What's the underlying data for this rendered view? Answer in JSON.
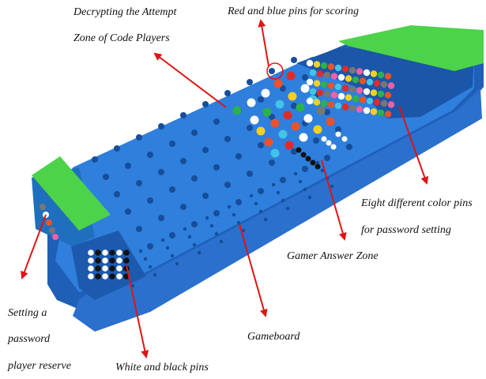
{
  "labels": {
    "decrypt_line1": "Decrypting the Attempt",
    "decrypt_line2": "Zone of Code Players",
    "scoring": "Red and blue pins for scoring",
    "eight_line1": "Eight different color pins",
    "eight_line2": "for password setting",
    "answer_zone": "Gamer Answer Zone",
    "reserve_line1": "Setting a",
    "reserve_line2": "password",
    "reserve_line3": "player reserve",
    "white_black": "White and black pins",
    "gameboard": "Gameboard"
  },
  "colors": {
    "board": "#2f7fdc",
    "board_dark": "#1f5fb8",
    "board_light": "#4a98ee",
    "lid": "#4cd34a",
    "lid_dark": "#2fa82f",
    "arrow": "#e01414"
  },
  "pin_palette": [
    "#ffffff",
    "#f5d020",
    "#2bb24c",
    "#e8532a",
    "#41c4e8",
    "#e02b2b",
    "#777777",
    "#f060a8"
  ]
}
